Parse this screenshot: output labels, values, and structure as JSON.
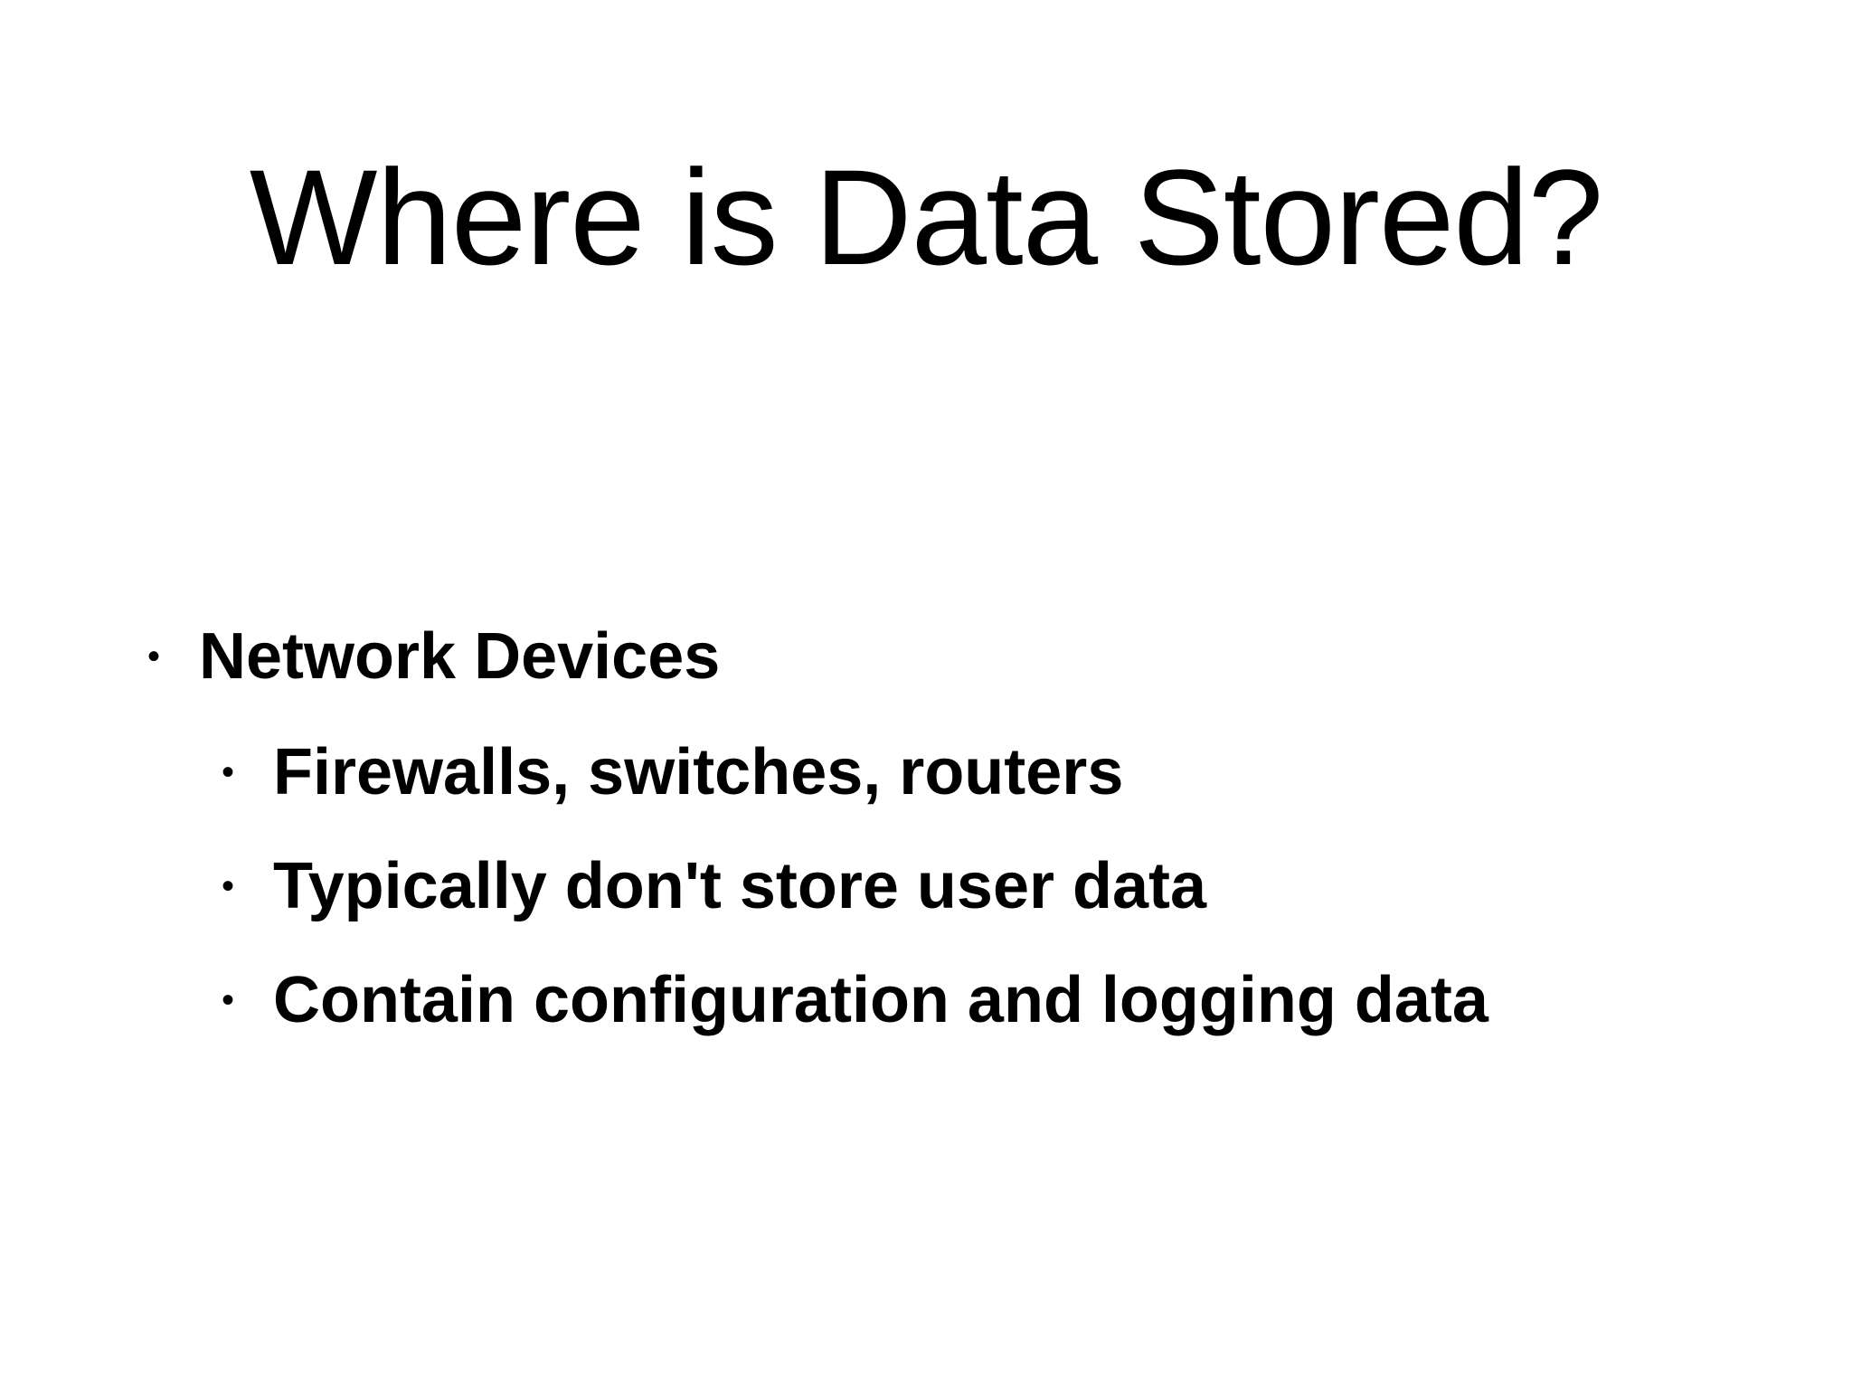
{
  "slide": {
    "title": "Where is Data Stored?",
    "bullet_glyph": "•",
    "items": [
      {
        "text": "Network Devices",
        "level": 1
      },
      {
        "text": "Firewalls, switches, routers",
        "level": 2
      },
      {
        "text": "Typically don't store user data",
        "level": 2
      },
      {
        "text": "Contain configuration and logging data",
        "level": 2
      }
    ]
  },
  "colors": {
    "background": "#ffffff",
    "text": "#000000"
  }
}
